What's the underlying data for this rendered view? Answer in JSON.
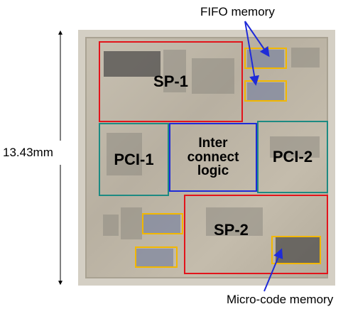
{
  "labels": {
    "sp1": "SP-1",
    "sp2": "SP-2",
    "pci1": "PCI-1",
    "pci2": "PCI-2",
    "interconnect": [
      "Inter",
      "connect",
      "logic"
    ]
  },
  "annotations": {
    "fifo": "FIFO memory",
    "microcode": "Micro-code memory",
    "dimension": "13.43mm"
  },
  "colors": {
    "sp_border": "#e2141b",
    "pci_border": "#1d8a82",
    "interconnect_border": "#1f2bd8",
    "memory_border": "#f2b700",
    "arrow": "#1f2bd8"
  }
}
